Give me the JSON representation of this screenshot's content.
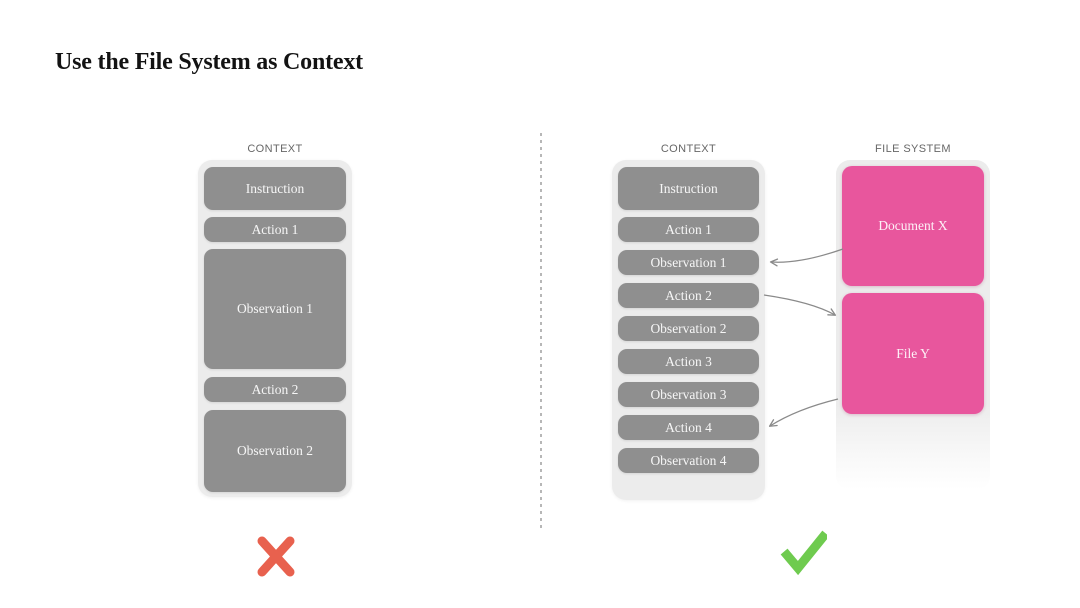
{
  "page": {
    "title": "Use the File System as Context"
  },
  "left_panel": {
    "column_label": "CONTEXT",
    "boxes": [
      {
        "label": "Instruction"
      },
      {
        "label": "Action 1"
      },
      {
        "label": "Observation 1"
      },
      {
        "label": "Action 2"
      },
      {
        "label": "Observation 2"
      }
    ],
    "verdict": "cross-icon"
  },
  "right_panel": {
    "context": {
      "column_label": "CONTEXT",
      "boxes": [
        {
          "label": "Instruction"
        },
        {
          "label": "Action 1"
        },
        {
          "label": "Observation 1"
        },
        {
          "label": "Action 2"
        },
        {
          "label": "Observation 2"
        },
        {
          "label": "Action 3"
        },
        {
          "label": "Observation 3"
        },
        {
          "label": "Action 4"
        },
        {
          "label": "Observation 4"
        }
      ]
    },
    "file_system": {
      "column_label": "FILE SYSTEM",
      "files": [
        {
          "label": "Document X"
        },
        {
          "label": "File Y"
        }
      ]
    },
    "arrows": [
      {
        "from": "Document X",
        "to": "Observation 1"
      },
      {
        "from": "Action 2",
        "to": "File Y"
      },
      {
        "from": "File Y",
        "to": "Action 4"
      }
    ],
    "verdict": "check-icon"
  },
  "colors": {
    "pink_file_box": "#e8569d",
    "gray_context_box": "#8f8f8f",
    "container_gray": "#ececec",
    "cross_red": "#e8614e",
    "check_green": "#6fcb4f",
    "arrow_gray": "#8a8a8a",
    "divider_gray": "#b7b7b7",
    "title_black": "#131313"
  }
}
